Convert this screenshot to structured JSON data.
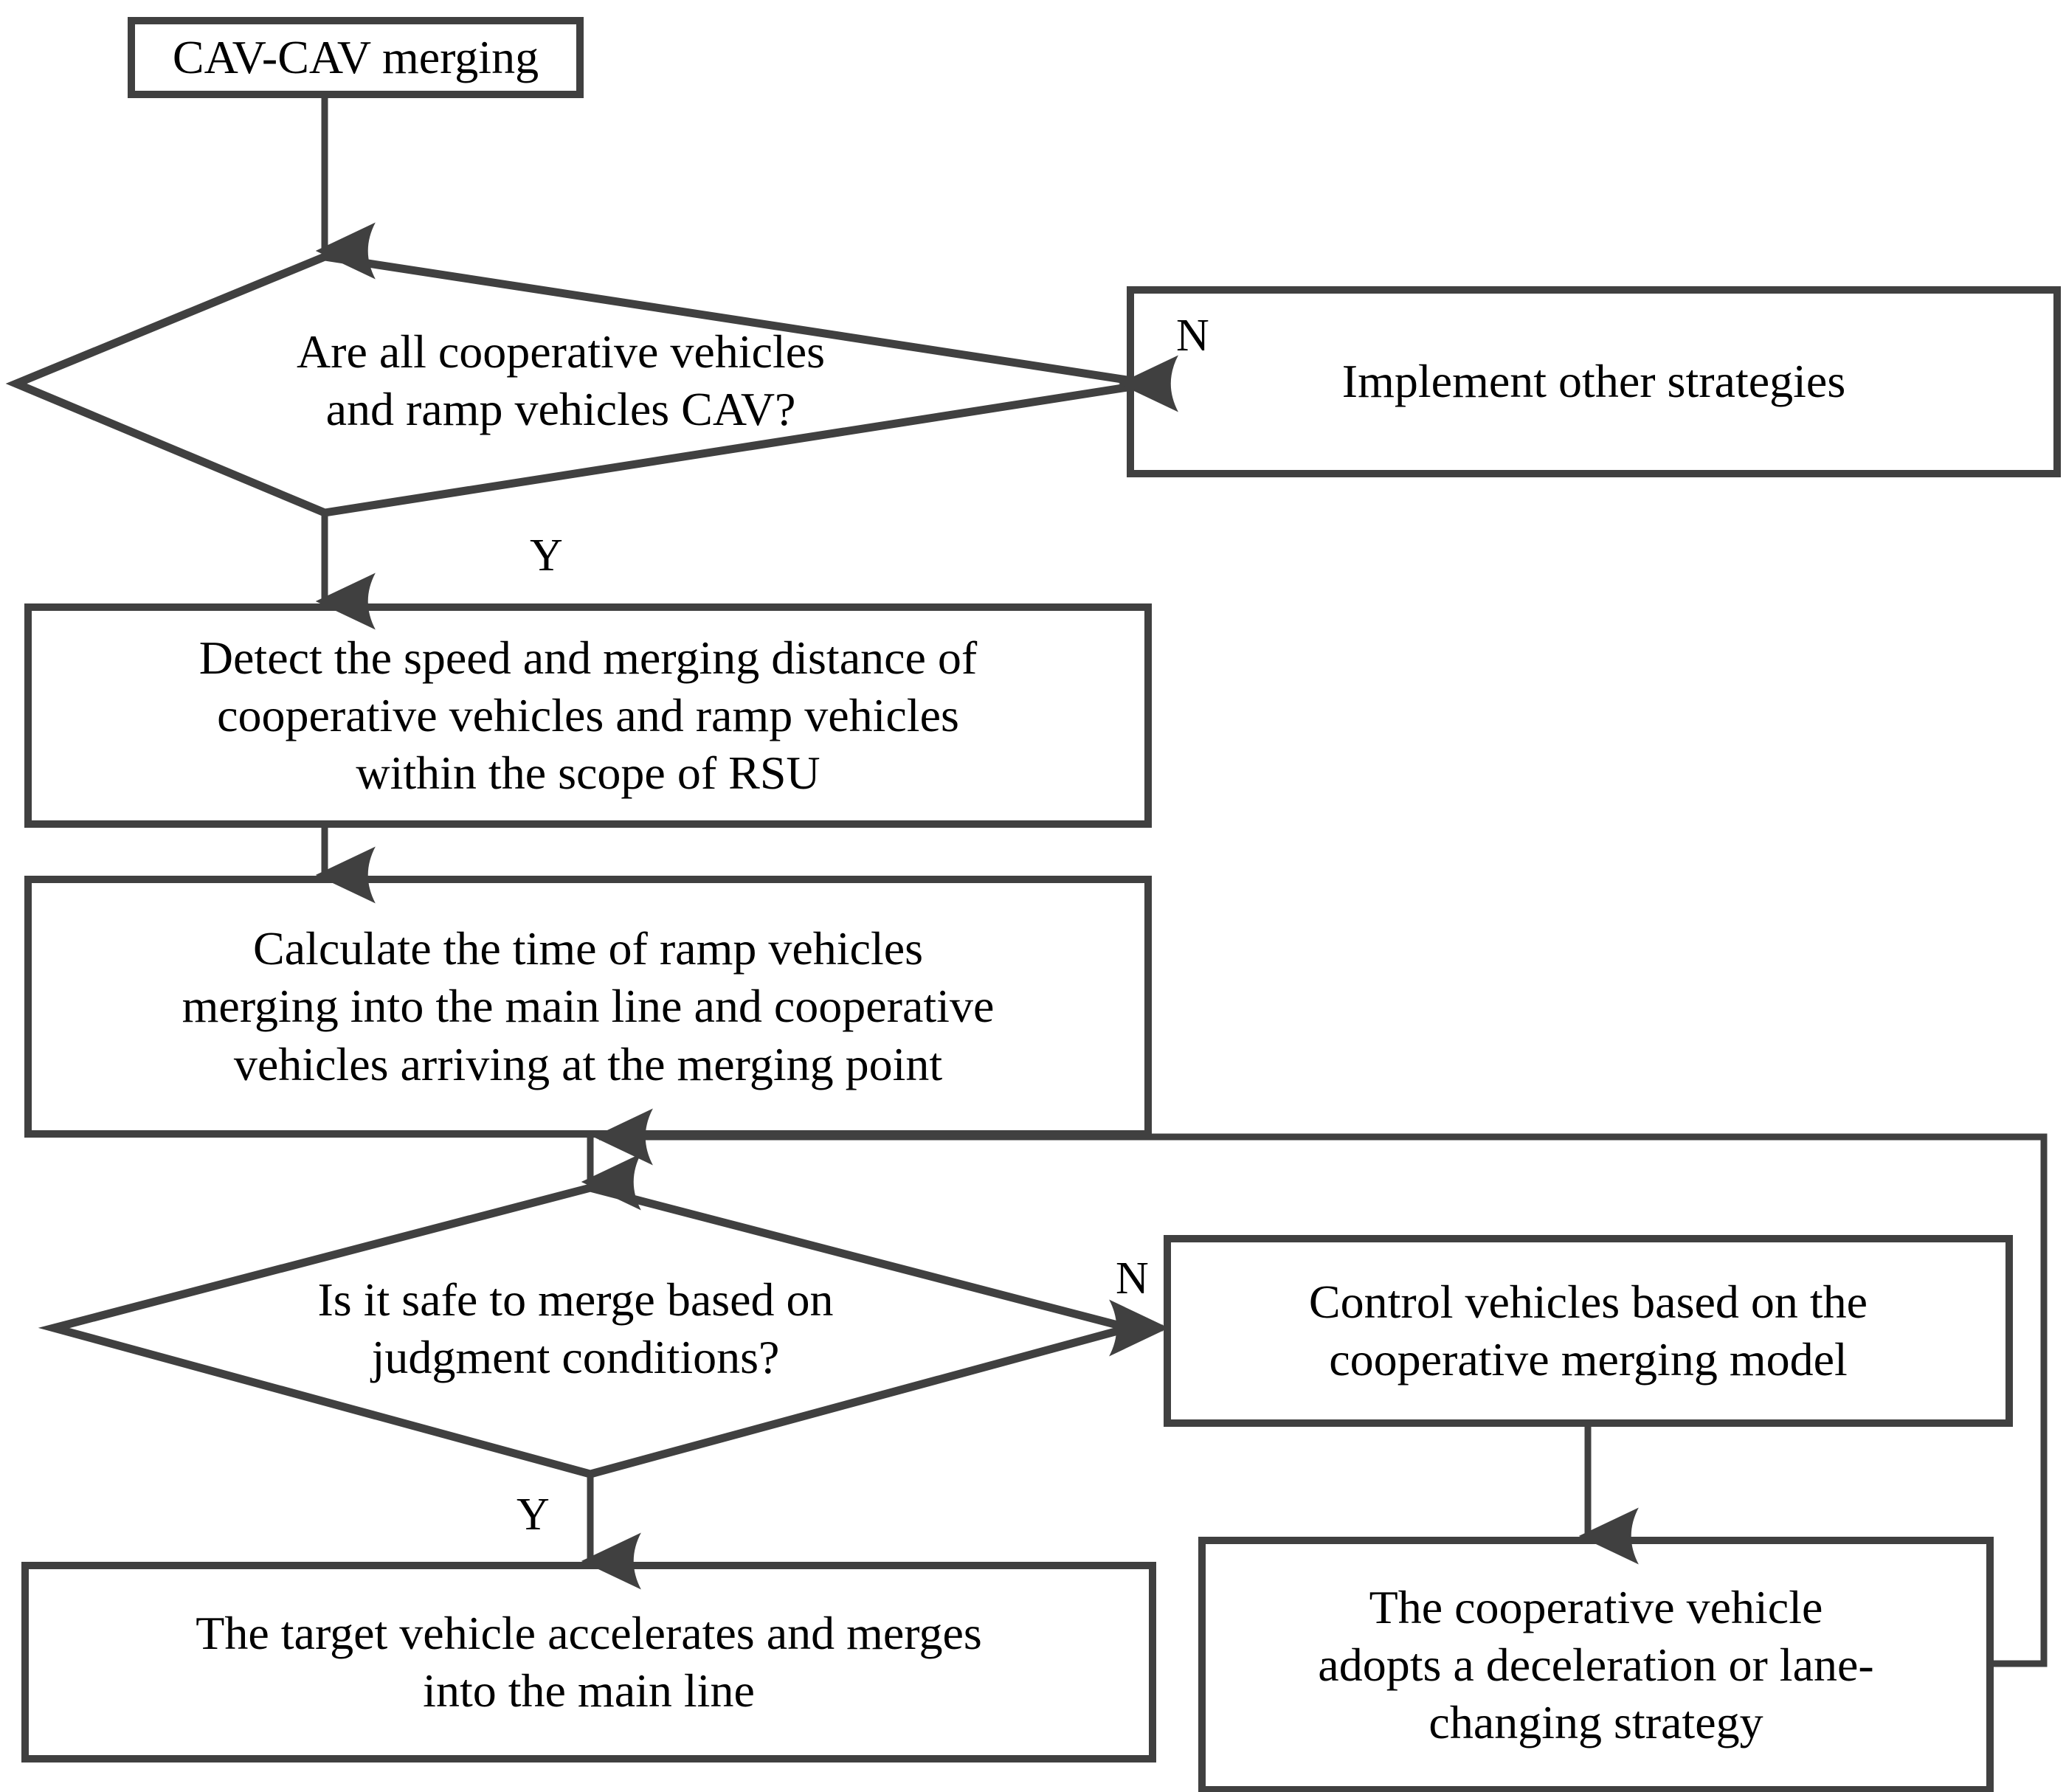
{
  "diagram": {
    "type": "flowchart",
    "title": "CAV-CAV merging decision flow",
    "stroke_color": "#404040",
    "text_color": "#000000",
    "background_color": "#ffffff",
    "nodes": {
      "start": {
        "shape": "process",
        "label": "CAV-CAV merging"
      },
      "decision_all_cav": {
        "shape": "decision",
        "label": "Are all cooperative vehicles\nand ramp vehicles CAV?"
      },
      "other_strategies": {
        "shape": "process",
        "label": "Implement other strategies"
      },
      "detect": {
        "shape": "process",
        "label": "Detect the speed and merging distance of\ncooperative vehicles and ramp vehicles\nwithin the scope of RSU"
      },
      "calculate": {
        "shape": "process",
        "label": "Calculate the time of ramp vehicles\nmerging into the main line and cooperative\nvehicles arriving at the merging point"
      },
      "decision_safe": {
        "shape": "decision",
        "label": "Is it safe to merge based on\njudgment conditions?"
      },
      "control": {
        "shape": "process",
        "label": "Control vehicles based on the\ncooperative merging model"
      },
      "accelerate": {
        "shape": "process",
        "label": "The target vehicle accelerates and merges\ninto the main line"
      },
      "decelerate": {
        "shape": "process",
        "label": "The cooperative vehicle\nadopts a deceleration or lane-\nchanging strategy"
      }
    },
    "edge_labels": {
      "decision_all_cav_no": "N",
      "decision_all_cav_yes": "Y",
      "decision_safe_no": "N",
      "decision_safe_yes": "Y"
    }
  }
}
